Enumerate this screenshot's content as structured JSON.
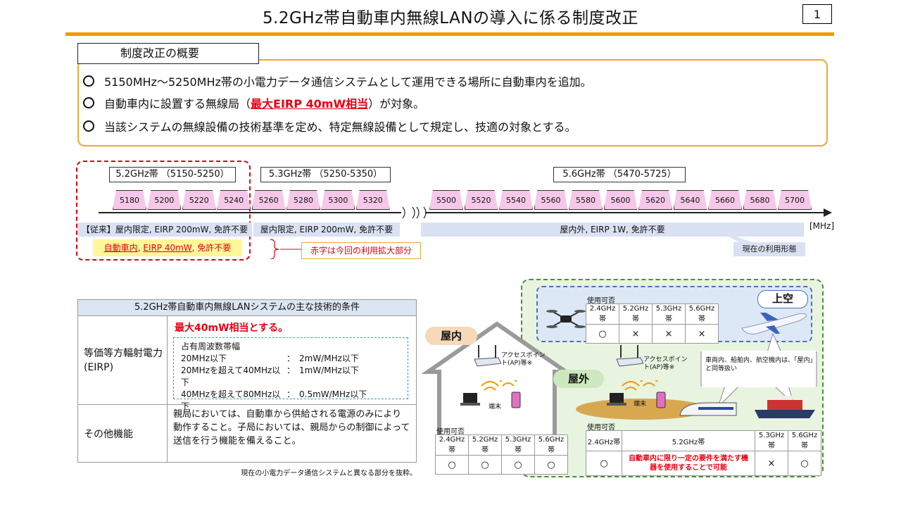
{
  "header": {
    "title": "5.2GHz帯自動車内無線LANの導入に係る制度改正",
    "page": "1"
  },
  "overview": {
    "tab": "制度改正の概要",
    "b1": "5150MHz～5250MHz帯の小電力データ通信システムとして運用できる場所に自動車内を追加。",
    "b2_pre": "自動車内に設置する無線局（",
    "b2_red": "最大EIRP 40mW相当",
    "b2_post": "）が対象。",
    "b3": "当該システムの無線設備の技術基準を定め、特定無線設備として規定し、技適の対象とする。"
  },
  "bands": {
    "b52": "5.2GHz帯 （5150-5250）",
    "b53": "5.3GHz帯 （5250-5350）",
    "b56": "5.6GHz帯 （5470-5725）",
    "channels_a": [
      "5180",
      "5200",
      "5220",
      "5240",
      "5260",
      "5280",
      "5300",
      "5320"
    ],
    "channels_b": [
      "5500",
      "5520",
      "5540",
      "5560",
      "5580",
      "5600",
      "5620",
      "5640",
      "5660",
      "5680",
      "5700"
    ],
    "unit": "[MHz]",
    "strip1": "【従来】屋内限定, EIRP 200mW, 免許不要",
    "strip2": "屋内限定, EIRP 200mW, 免許不要",
    "strip3": "屋内外, EIRP 1W, 免許不要",
    "new_a": "自動車内",
    "new_sep": ",  ",
    "new_b": "EIRP 40mW",
    "new_c": ", 免許不要",
    "callout": "赤字は今回の利用拡大部分",
    "current": "現在の利用形態"
  },
  "tech": {
    "header": "5.2GHz帯自動車内無線LANシステムの主な技術的条件",
    "row1_label": "等価等方輻射電力(EIRP)",
    "row1_red": "最大40mW相当とする。",
    "bw_title": "占有周波数帯幅",
    "bw1a": "20MHz以下",
    "bw1b": "：　2mW/MHz以下",
    "bw2a": "20MHzを超えて40MHz以下",
    "bw2b": "：　1mW/MHz以下",
    "bw3a": "40MHzを超えて80MHz以下",
    "bw3b": "：　0.5mW/MHz以下",
    "row2_label": "その他機能",
    "row2_text": "親局においては、自動車から供給される電源のみにより動作すること。子局においては、親局からの制御によって送信を行う機能を備えること。",
    "note": "現在の小電力データ通信システムと異なる部分を抜粋。"
  },
  "diagram": {
    "sky_label": "上空",
    "indoor_label": "屋内",
    "outdoor_label": "屋外",
    "usable": "使用可否",
    "sky_heads": [
      "2.4GHz帯",
      "5.2GHz帯",
      "5.3GHz帯",
      "5.6GHz帯"
    ],
    "sky_vals": [
      "○",
      "×",
      "×",
      "×"
    ],
    "in_heads": [
      "2.4GHz帯",
      "5.2GHz帯",
      "5.3GHz帯",
      "5.6GHz帯"
    ],
    "in_vals": [
      "○",
      "○",
      "○",
      "○"
    ],
    "out_heads": [
      "2.4GHz帯",
      "5.2GHz帯",
      "5.3GHz帯",
      "5.6GHz帯"
    ],
    "out_v1": "○",
    "out_v2": "自動車内に限り一定の要件を満たす機器を使用することで可能",
    "out_v3": "×",
    "out_v4": "○",
    "ap": "アクセスポイント(AP)等※",
    "terminal": "端末",
    "vehicle_note": "車両内、船舶内、航空機内は、「屋内」と同等扱い"
  },
  "colors": {
    "accent": "#f39800",
    "red": "#e60012",
    "pink": "#f5c8ea",
    "strip": "#d9e1f2"
  }
}
